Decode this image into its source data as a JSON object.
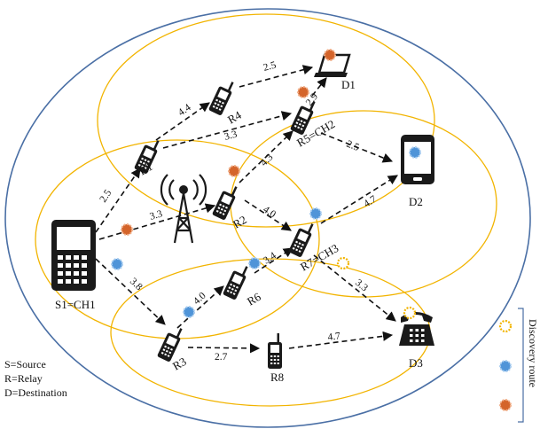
{
  "colors": {
    "outer_cluster": "#4a6fa5",
    "cluster_ring": "#f2b400",
    "route_blue": "#4f94d8",
    "route_orange": "#d4642a",
    "route_yellow_ring": "#f2b400",
    "device": "#1a1a1a"
  },
  "nodes": {
    "S1": "S1=CH1",
    "R1": "R1",
    "R2": "R2",
    "R3": "R3",
    "R4": "R4",
    "R5": "R5=CH2",
    "R6": "R6",
    "R7": "R7=CH3",
    "R8": "R8",
    "D1": "D1",
    "D2": "D2",
    "D3": "D3"
  },
  "edges": [
    {
      "id": "s1-r1",
      "label": "2.5"
    },
    {
      "id": "s1-r2",
      "label": "3.3"
    },
    {
      "id": "s1-r3",
      "label": "3.8"
    },
    {
      "id": "r1-r4",
      "label": "4.4"
    },
    {
      "id": "r1-r5",
      "label": "3.3"
    },
    {
      "id": "r4-d1",
      "label": "2.5"
    },
    {
      "id": "r5-d1",
      "label": "2.9"
    },
    {
      "id": "r2-r5",
      "label": "4.3"
    },
    {
      "id": "r5-d2",
      "label": "2.5"
    },
    {
      "id": "r2-r7",
      "label": "4.0"
    },
    {
      "id": "r7-d2",
      "label": "4.7"
    },
    {
      "id": "r3-r6",
      "label": "4.0"
    },
    {
      "id": "r6-r7",
      "label": "3.4"
    },
    {
      "id": "r7-d3",
      "label": "3.3"
    },
    {
      "id": "r3-r8",
      "label": "2.7"
    },
    {
      "id": "r8-d3",
      "label": "4.7"
    }
  ],
  "legend": {
    "source": "S=Source",
    "relay": "R=Relay",
    "destination": "D=Destination",
    "discovery_route": "Discovery route"
  },
  "icons": {
    "tower": "cell-tower-icon",
    "phone": "mobile-phone-icon",
    "smartphone": "smartphone-icon",
    "laptop": "laptop-icon",
    "desk_phone": "desk-phone-icon"
  }
}
